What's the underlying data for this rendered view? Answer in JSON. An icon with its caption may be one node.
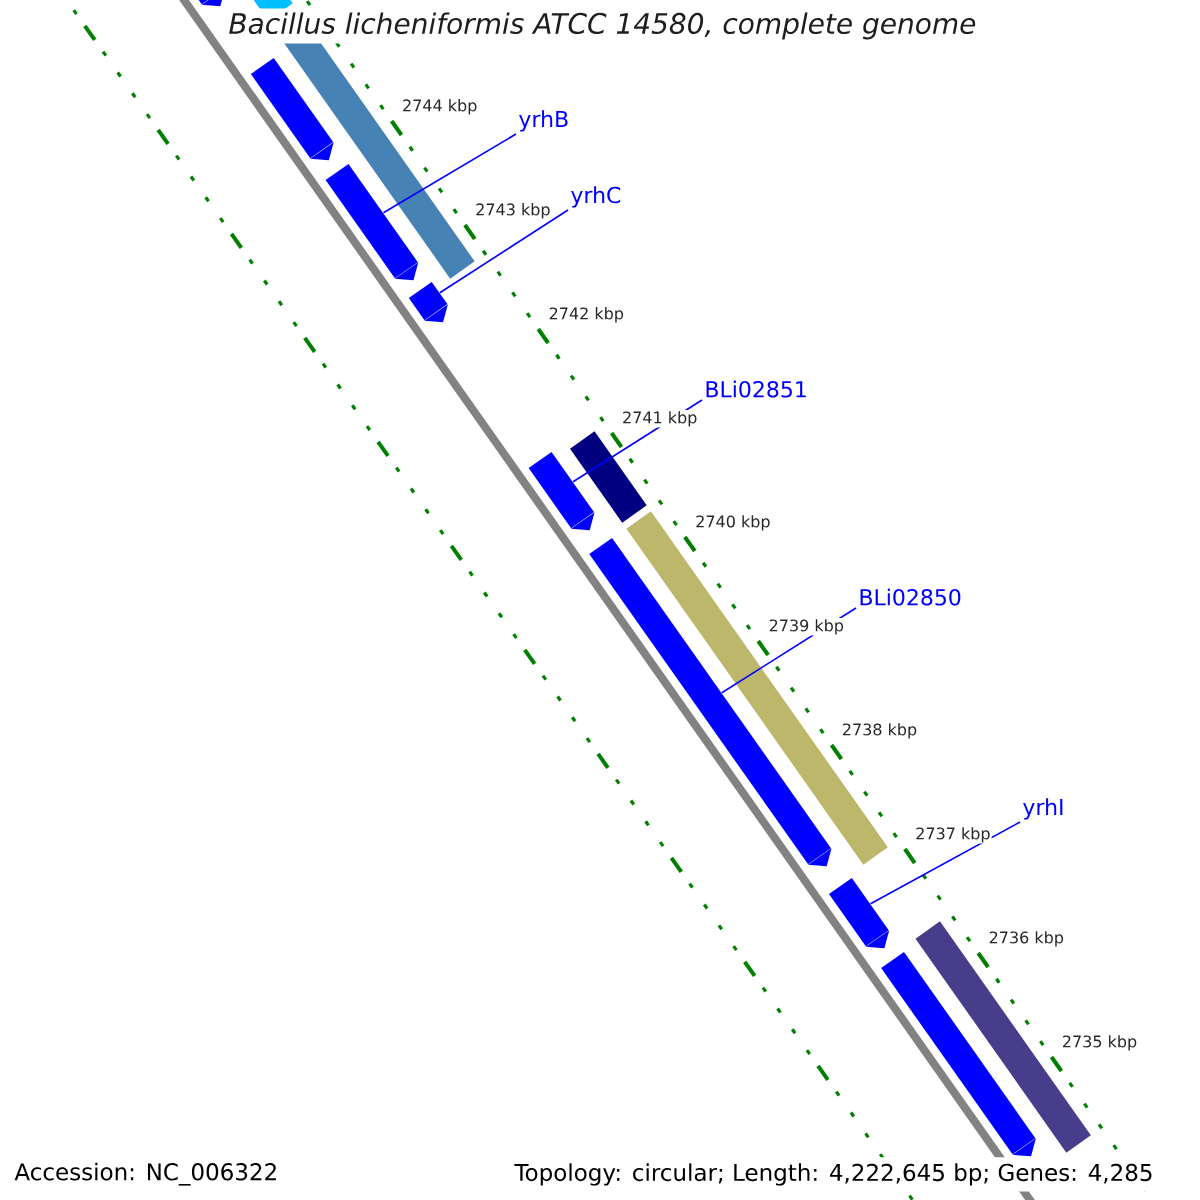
{
  "diagram": {
    "title": "Bacillus licheniformis ATCC 14580, complete genome",
    "nodes": [
      {
        "text": [
          "yrhB"
        ]
      },
      {
        "text": [
          "yrhC"
        ]
      },
      {
        "text": [
          "BLi02851"
        ]
      },
      {
        "text": [
          "BLi02850"
        ]
      },
      {
        "text": [
          "yrhI"
        ]
      },
      {
        "text": [],
        "shape": "bar"
      },
      {
        "text": [],
        "shape": "bar"
      },
      {
        "text": [],
        "shape": "bar"
      },
      {
        "text": [],
        "shape": "bar"
      },
      {
        "text": [],
        "shape": "bar"
      },
      {
        "text": [],
        "shape": "bar"
      },
      {
        "text": [],
        "shape": "bar"
      },
      {
        "text": [],
        "shape": "bar"
      }
    ],
    "edges": [
      {
        "from": 0,
        "to": 7,
        "arrow": "none"
      },
      {
        "from": 1,
        "to": 8,
        "arrow": "none"
      },
      {
        "from": 2,
        "to": 9,
        "arrow": "none"
      },
      {
        "from": 3,
        "to": 10,
        "arrow": "none"
      },
      {
        "from": 4,
        "to": 11,
        "arrow": "none"
      }
    ],
    "labels": [
      "2744 kbp",
      "2743 kbp",
      "2742 kbp",
      "2741 kbp",
      "2740 kbp",
      "2739 kbp",
      "2738 kbp",
      "2737 kbp",
      "2736 kbp",
      "2735 kbp",
      "Accession: NC_006322",
      "Topology: circular; Length: 4,222,645 bp; Genes: 4,285"
    ]
  }
}
